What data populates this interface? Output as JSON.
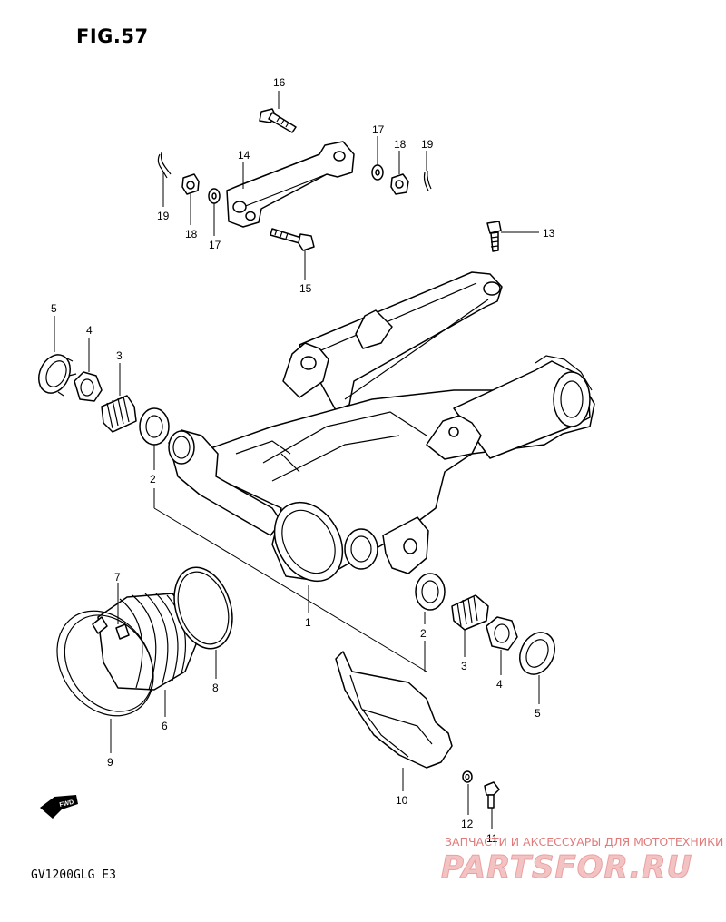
{
  "figure": {
    "title": "FIG.57",
    "model": "GV1200GLG E3"
  },
  "callouts": {
    "c1": "1",
    "c2a": "2",
    "c2b": "2",
    "c3a": "3",
    "c3b": "3",
    "c4a": "4",
    "c4b": "4",
    "c5a": "5",
    "c5b": "5",
    "c6": "6",
    "c7": "7",
    "c8": "8",
    "c9": "9",
    "c10": "10",
    "c11": "11",
    "c12": "12",
    "c13": "13",
    "c14": "14",
    "c15": "15",
    "c16": "16",
    "c17a": "17",
    "c17b": "17",
    "c18a": "18",
    "c18b": "18",
    "c19a": "19",
    "c19b": "19"
  },
  "fwd_label": "FWD",
  "watermark": {
    "caption": "ЗАПЧАСТИ И АКСЕССУАРЫ ДЛЯ МОТОТЕХНИКИ",
    "brand": "PARTSFOR.RU"
  }
}
